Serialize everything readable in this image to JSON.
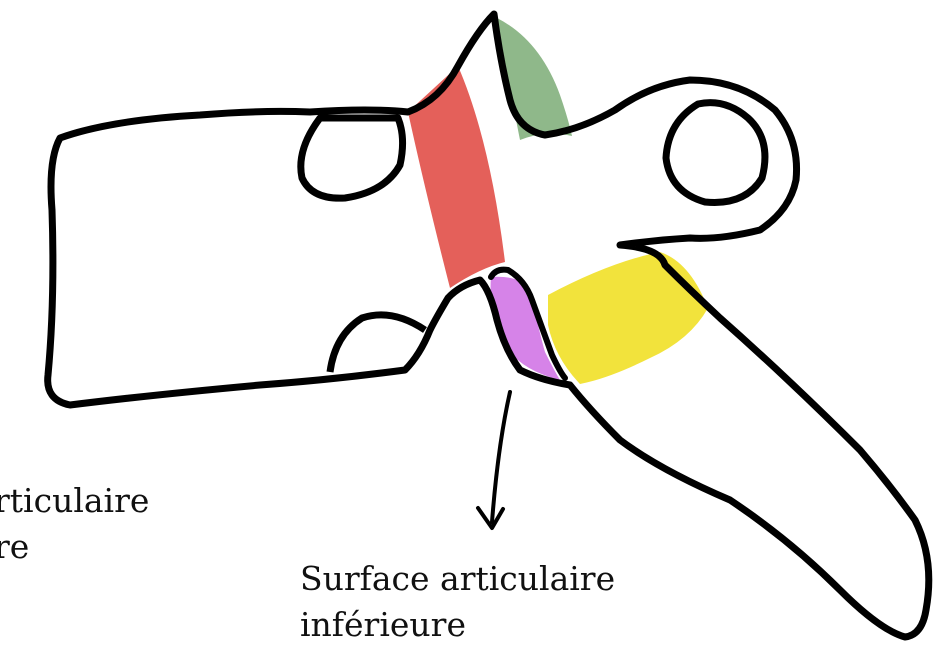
{
  "labels": {
    "left_partial": {
      "line1": "rticulaire",
      "line2": "re"
    },
    "bottom": {
      "line1": "Surface articulaire",
      "line2": "inférieure"
    }
  },
  "colors": {
    "outline": "#000000",
    "red_region": "#e4605a",
    "green_region": "#8fb88a",
    "purple_region": "#d683e8",
    "yellow_region": "#f2e33c",
    "background": "#ffffff"
  }
}
